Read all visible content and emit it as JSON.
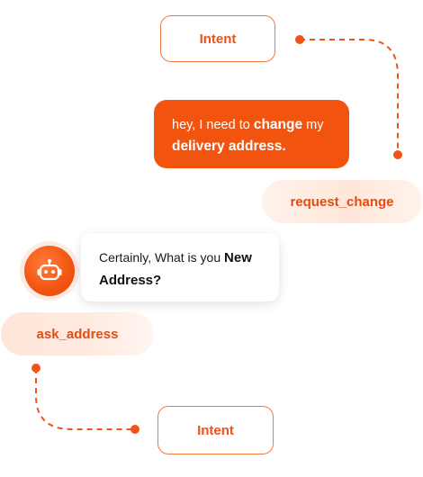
{
  "diagram": {
    "top_intent_label": "Intent",
    "bottom_intent_label": "Intent",
    "user_message": {
      "part1": "hey, I need to ",
      "bold1": "change",
      "part2": " my",
      "bold2": "delivery address."
    },
    "user_tag": "request_change",
    "bot_message": {
      "part1": "Certainly, What is you ",
      "bold1": "New",
      "bold2": "Address?"
    },
    "bot_tag": "ask_address",
    "bot_avatar_icon": "robot-icon",
    "colors": {
      "accent": "#f25410",
      "accent_text": "#f0511a",
      "pill_bg": "#ffe6d9",
      "bubble_text": "#1a1a1a"
    }
  }
}
